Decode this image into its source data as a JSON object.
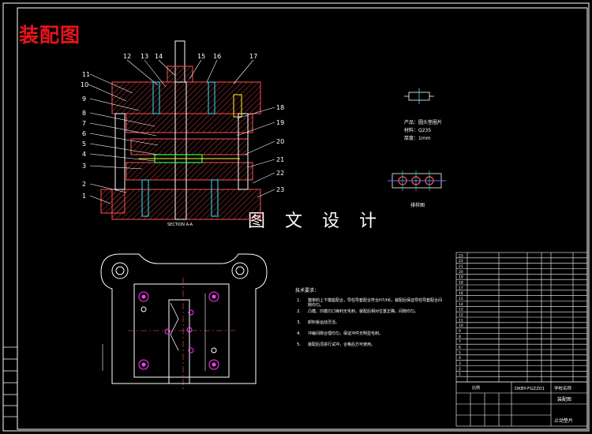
{
  "header": {
    "title": "装配图",
    "title_color": "#e8141c"
  },
  "watermark": "图 文 设 计",
  "section_view": {
    "part_numbers": [
      "1",
      "2",
      "3",
      "4",
      "5",
      "6",
      "7",
      "8",
      "9",
      "10",
      "11",
      "12",
      "13",
      "14",
      "15",
      "16",
      "17",
      "18",
      "19",
      "20",
      "21",
      "22",
      "23"
    ],
    "label": "SECTION A-A"
  },
  "product_info": {
    "product": "产品：圆头垫圈片",
    "material": "材料：Q235",
    "thickness": "厚度：1mm",
    "layout_label": "排样图"
  },
  "tech_requirements": {
    "heading": "技术要求：",
    "items": [
      {
        "num": "1.",
        "text": "模架的上下模座配合，导柱导套配合符合H7/h6，装配后保证导柱导套配合间隙均匀。"
      },
      {
        "num": "2.",
        "text": "凸模、凹模刃口锋利无毛刺，装配后相对位置正确，间隙均匀。"
      },
      {
        "num": "3.",
        "text": "卸料板运动灵活。"
      },
      {
        "num": "4.",
        "text": "冲裁间隙合理均匀，保证冲件无明显毛刺。"
      },
      {
        "num": "5.",
        "text": "装配后须进行试冲，合格后方可使用。"
      }
    ]
  },
  "title_block": {
    "drawing_code": "DKBY-FGZZ01",
    "drawing_name": "装配图",
    "part_name": "止动垫片",
    "scale_label": "比例",
    "school_label": "学校名称"
  },
  "colors": {
    "outline": "#ffffff",
    "part_lines": "#ff5050",
    "hatch": "#ff5050",
    "green": "#3cff3c",
    "cyan": "#33e6ff",
    "yellow": "#ffff30",
    "blue": "#5a78ff",
    "magenta": "#ff3cff"
  }
}
